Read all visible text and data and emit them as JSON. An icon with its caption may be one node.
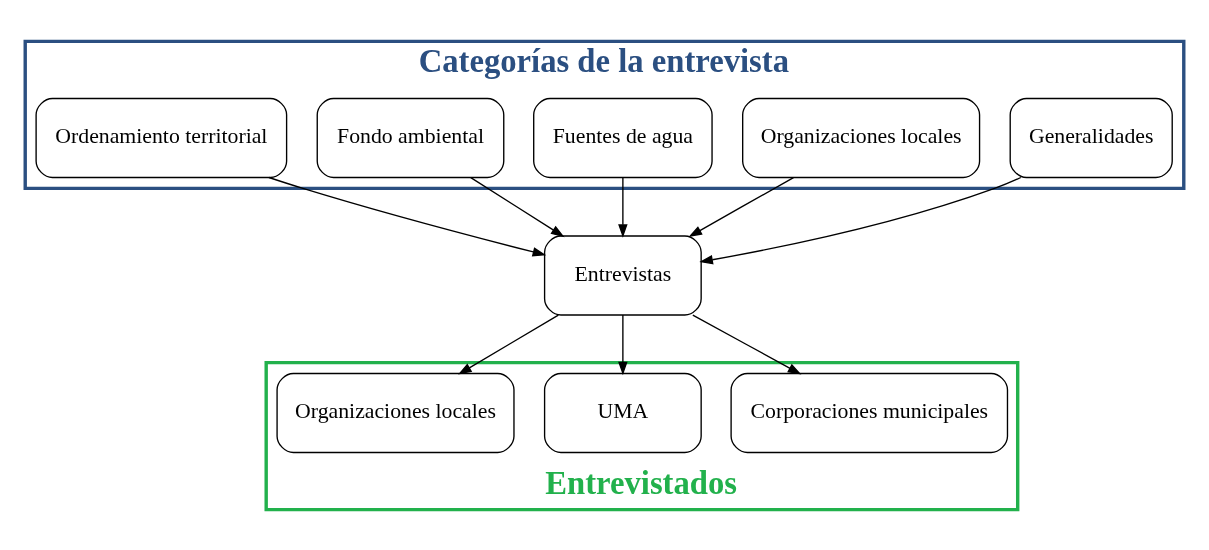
{
  "diagram": {
    "nodes": [
      {
        "text": [
          "Categorías de la entrevista"
        ]
      },
      {
        "text": [
          "Generalidades"
        ],
        "in": 0
      },
      {
        "text": [
          "Organizaciones locales"
        ],
        "in": 0
      },
      {
        "text": [
          "Fuentes de agua"
        ],
        "in": 0
      },
      {
        "text": [
          "Fondo ambiental"
        ],
        "in": 0
      },
      {
        "text": [
          "Ordenamiento territorial"
        ],
        "in": 0
      },
      {
        "text": [
          "Entrevistas"
        ]
      },
      {
        "text": [
          "Entrevistados"
        ]
      },
      {
        "text": [
          "Corporaciones municipales"
        ],
        "in": 7
      },
      {
        "text": [
          "UMA"
        ],
        "in": 7
      },
      {
        "text": [
          "Organizaciones locales"
        ],
        "in": 7
      }
    ],
    "edges": [
      {
        "from": 1,
        "to": 6,
        "arrow": "to"
      },
      {
        "from": 2,
        "to": 6,
        "arrow": "to"
      },
      {
        "from": 3,
        "to": 6,
        "arrow": "to"
      },
      {
        "from": 4,
        "to": 6,
        "arrow": "to"
      },
      {
        "from": 5,
        "to": 6,
        "arrow": "to"
      },
      {
        "from": 6,
        "to": 8,
        "arrow": "to"
      },
      {
        "from": 6,
        "to": 9,
        "arrow": "to"
      },
      {
        "from": 6,
        "to": 10,
        "arrow": "to"
      }
    ]
  }
}
